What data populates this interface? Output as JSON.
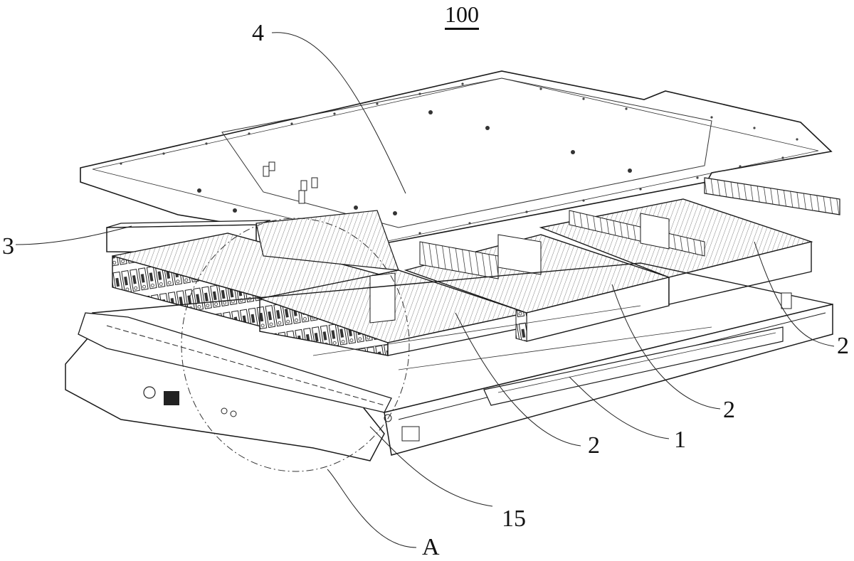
{
  "figure": {
    "number": "100",
    "description": "Exploded isometric view of battery pack"
  },
  "labels": {
    "cover": "4",
    "side_plate": "3",
    "module_right": "2",
    "module_middle_right": "2",
    "module_middle": "2",
    "tray": "1",
    "front_beam": "15",
    "detail_A": "A"
  },
  "colors": {
    "line": "#1a1a1a",
    "fill": "#ffffff",
    "hatch": "#555555"
  }
}
